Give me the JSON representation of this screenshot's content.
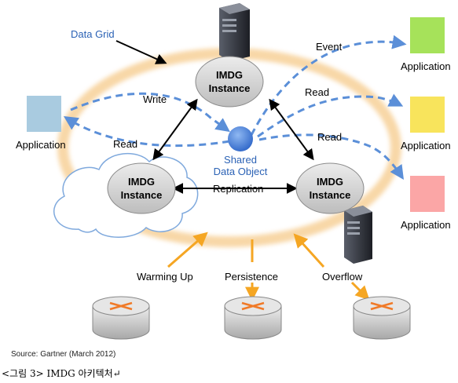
{
  "title": "Data Grid",
  "nodes": {
    "top": [
      "IMDG",
      "Instance"
    ],
    "left": [
      "IMDG",
      "Instance"
    ],
    "right": [
      "IMDG",
      "Instance"
    ]
  },
  "shared_object": [
    "Shared",
    "Data Object"
  ],
  "edges": {
    "write": "Write",
    "read_left": "Read",
    "event": "Event",
    "read_right_1": "Read",
    "read_right_2": "Read",
    "replication": "Replication"
  },
  "applications": {
    "left": "Application",
    "right_green": "Application",
    "right_yellow": "Application",
    "right_pink": "Application"
  },
  "colors": {
    "app_left": "#a9cbe0",
    "app_green": "#a6e25a",
    "app_yellow": "#f8e45c",
    "app_pink": "#fba6a6",
    "node_fill": "#d2d2d2",
    "shared_object": "#3f7fe0",
    "dashed_arrow": "#5b8fd8",
    "orange_arrow": "#f5a623",
    "halo": "#f6ca8a",
    "title_blue": "#2b62b5"
  },
  "sources": {
    "warming_up": "Warming Up",
    "persistence": "Persistence",
    "overflow": "Overflow"
  },
  "source_note": "Source: Gartner (March 2012)",
  "caption": "<그림 3> IMDG 아키텍처↵"
}
